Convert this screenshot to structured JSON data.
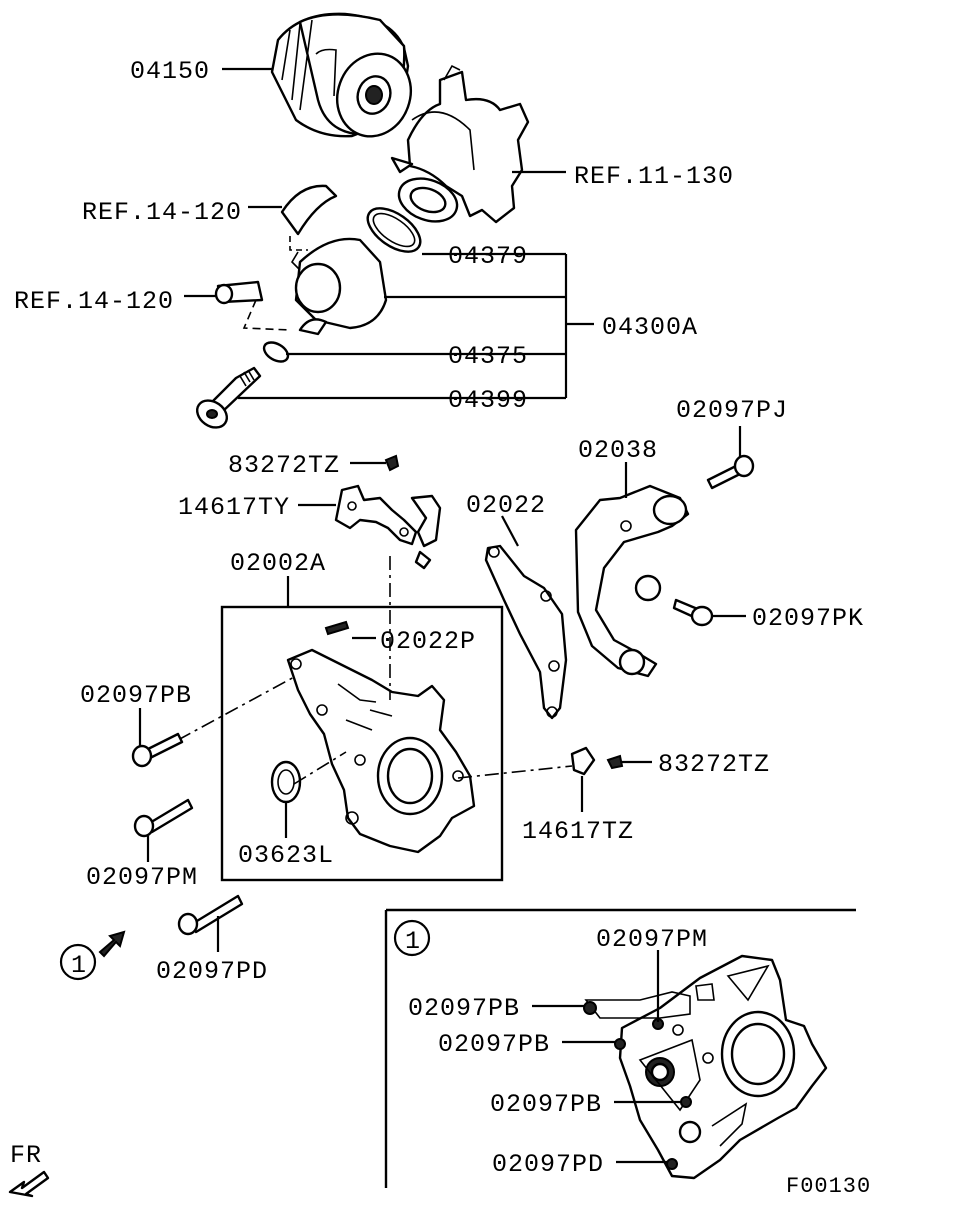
{
  "labels": {
    "p04150": "04150",
    "ref_11_130": "REF.11-130",
    "ref_14_120_a": "REF.14-120",
    "ref_14_120_b": "REF.14-120",
    "p04379": "04379",
    "p04300a": "04300A",
    "p04375": "04375",
    "p04399": "04399",
    "p83272tz_a": "83272TZ",
    "p02097pj": "02097PJ",
    "p02038": "02038",
    "p14617ty": "14617TY",
    "p02022": "02022",
    "p02002a": "02002A",
    "p02022p": "02022P",
    "p02097pk": "02097PK",
    "p02097pb": "02097PB",
    "p83272tz_b": "83272TZ",
    "p14617tz": "14617TZ",
    "p03623l": "03623L",
    "p02097pm": "02097PM",
    "p02097pd": "02097PD",
    "callout_1": "1",
    "inset_callout_1": "1",
    "inset_02097pm": "02097PM",
    "inset_02097pb_1": "02097PB",
    "inset_02097pb_2": "02097PB",
    "inset_02097pb_3": "02097PB",
    "inset_02097pd": "02097PD",
    "fr": "FR",
    "figure_code": "F00130"
  }
}
